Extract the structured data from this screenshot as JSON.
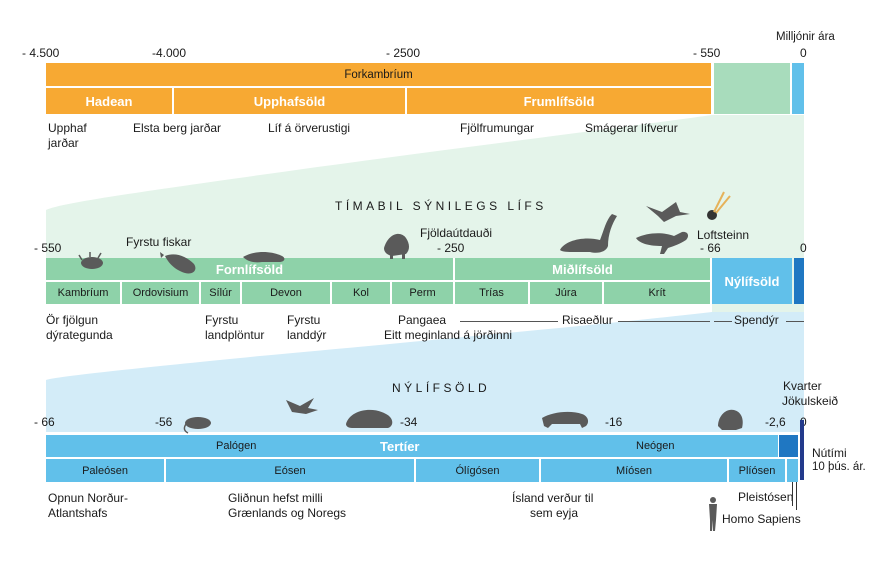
{
  "colors": {
    "orange": "#f7a933",
    "green_dark": "#8ed2a9",
    "green_light": "#cbebd6",
    "green_band": "#e4f4ea",
    "blue": "#61c0ea",
    "blue_light": "#d3ecf8",
    "navy": "#233a8c",
    "blue_mid": "#1f77c2",
    "silhouette": "#5a5a5a"
  },
  "row1": {
    "unit_label": "Milljónir ára",
    "ticks": [
      "- 4.500",
      "-4.000",
      "- 2500",
      "- 550",
      "0"
    ],
    "forkambrium": "Forkambríum",
    "eons": [
      "Hadean",
      "Upphafsöld",
      "Frumlífsöld"
    ],
    "events": {
      "e1": "Upphaf",
      "e1b": "jarðar",
      "e2": "Elsta berg jarðar",
      "e3": "Líf á örverustigi",
      "e4": "Fjölfrumungar",
      "e5": "Smágerar lífverur"
    }
  },
  "row2": {
    "band_title": "TÍMABIL SÝNILEGS LÍFS",
    "ticks": [
      "- 550",
      "- 250",
      "- 66",
      "0"
    ],
    "eras": [
      "Fornlífsöld",
      "Miðlífsöld",
      "Nýlífsöld"
    ],
    "periods": [
      "Kambríum",
      "Ordovisium",
      "Sílúr",
      "Devon",
      "Kol",
      "Perm",
      "Trías",
      "Júra",
      "Krít"
    ],
    "top_labels": {
      "fiskar": "Fyrstu fiskar",
      "utdaudi": "Fjöldaútdauði",
      "loftsteinn": "Loftsteinn"
    },
    "events": {
      "fjolgun1": "Ör fjölgun",
      "fjolgun2": "dýrategunda",
      "plontur1": "Fyrstu",
      "plontur2": "landplöntur",
      "landdyr1": "Fyrstu",
      "landdyr2": "landdýr",
      "pangaea1": "Pangaea",
      "pangaea2": "Eitt meginland á jörðinni",
      "risaedlur": "Risaeðlur",
      "spendyr": "Spendýr"
    }
  },
  "row3": {
    "band_title": "NÝLÍFSÖLD",
    "ticks": [
      "- 66",
      "-56",
      "-34",
      "-16",
      "-2,6",
      "0"
    ],
    "kvarter1": "Kvarter",
    "kvarter2": "Jökulskeið",
    "tertier": "Tertíer",
    "palogen": "Palógen",
    "neogen": "Neógen",
    "epochs": [
      "Paleósen",
      "Eósen",
      "Ólígósen",
      "Míósen",
      "Plíósen"
    ],
    "nutimi1": "Nútími",
    "nutimi2": "10 þús. ár.",
    "events": {
      "opnun1": "Opnun Norður-",
      "opnun2": "Atlantshafs",
      "glidnun1": "Gliðnun hefst milli",
      "glidnun2": "Grænlands og Noregs",
      "island1": "Ísland verður til",
      "island2": "sem eyja",
      "pleistosen": "Pleistósen",
      "homo": "Homo Sapiens"
    }
  }
}
